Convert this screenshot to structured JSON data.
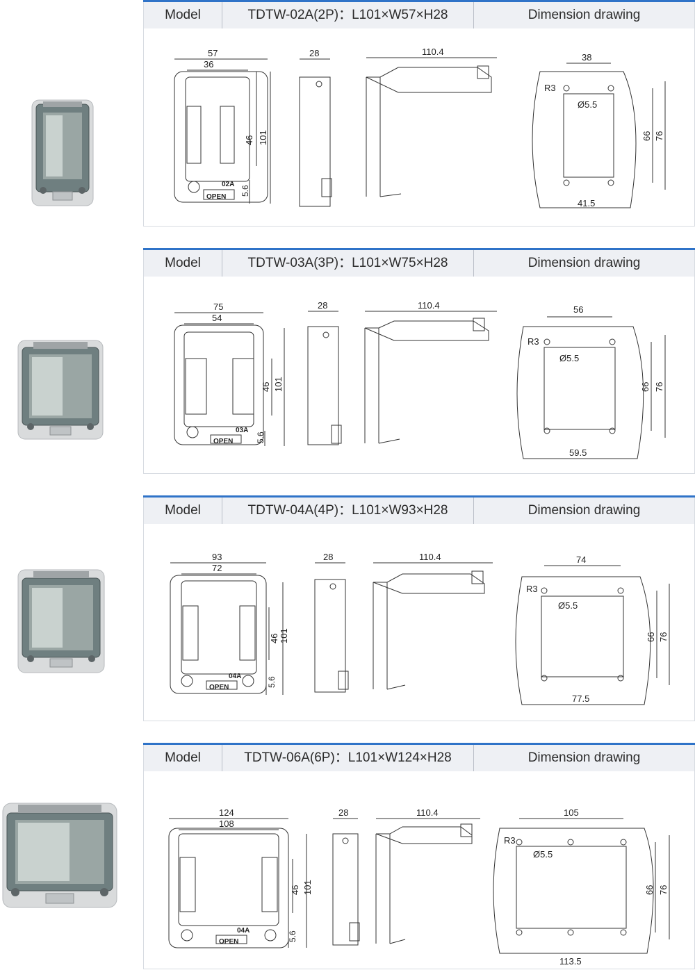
{
  "sections": [
    {
      "header": {
        "model_label": "Model",
        "spec": "TDTW-02A(2P)：L101×W57×H28",
        "drawing_label": "Dimension drawing"
      },
      "front": {
        "overall_width": "57",
        "inner_width": "36",
        "height": "101",
        "window_height": "46",
        "bottom_offset": "5.6",
        "mark": "02A",
        "open_text": "OPEN"
      },
      "side": {
        "depth": "28"
      },
      "lid": {
        "open_length": "110.4"
      },
      "cutout": {
        "hole_spacing_top": "38",
        "corner_radius": "R3",
        "hole_diameter": "Ø5.5",
        "hole_spacing_vertical": "66",
        "outer_height": "76",
        "cut_width": "41.5"
      }
    },
    {
      "header": {
        "model_label": "Model",
        "spec": "TDTW-03A(3P)：L101×W75×H28",
        "drawing_label": "Dimension drawing"
      },
      "front": {
        "overall_width": "75",
        "inner_width": "54",
        "height": "101",
        "window_height": "46",
        "bottom_offset": "5.6",
        "mark": "03A",
        "open_text": "OPEN"
      },
      "side": {
        "depth": "28"
      },
      "lid": {
        "open_length": "110.4"
      },
      "cutout": {
        "hole_spacing_top": "56",
        "corner_radius": "R3",
        "hole_diameter": "Ø5.5",
        "hole_spacing_vertical": "66",
        "outer_height": "76",
        "cut_width": "59.5"
      }
    },
    {
      "header": {
        "model_label": "Model",
        "spec": "TDTW-04A(4P)：L101×W93×H28",
        "drawing_label": "Dimension drawing"
      },
      "front": {
        "overall_width": "93",
        "inner_width": "72",
        "height": "101",
        "window_height": "46",
        "bottom_offset": "5.6",
        "mark": "04A",
        "open_text": "OPEN"
      },
      "side": {
        "depth": "28"
      },
      "lid": {
        "open_length": "110.4"
      },
      "cutout": {
        "hole_spacing_top": "74",
        "corner_radius": "R3",
        "hole_diameter": "Ø5.5",
        "hole_spacing_vertical": "66",
        "outer_height": "76",
        "cut_width": "77.5"
      }
    },
    {
      "header": {
        "model_label": "Model",
        "spec": "TDTW-06A(6P)：L101×W124×H28",
        "drawing_label": "Dimension drawing"
      },
      "front": {
        "overall_width": "124",
        "inner_width": "108",
        "height": "101",
        "window_height": "46",
        "bottom_offset": "5.6",
        "mark": "04A",
        "open_text": "OPEN"
      },
      "side": {
        "depth": "28"
      },
      "lid": {
        "open_length": "110.4"
      },
      "cutout": {
        "hole_spacing_top": "105",
        "corner_radius": "R3",
        "hole_diameter": "Ø5.5",
        "hole_spacing_vertical": "66",
        "outer_height": "76",
        "cut_width": "113.5"
      }
    }
  ]
}
